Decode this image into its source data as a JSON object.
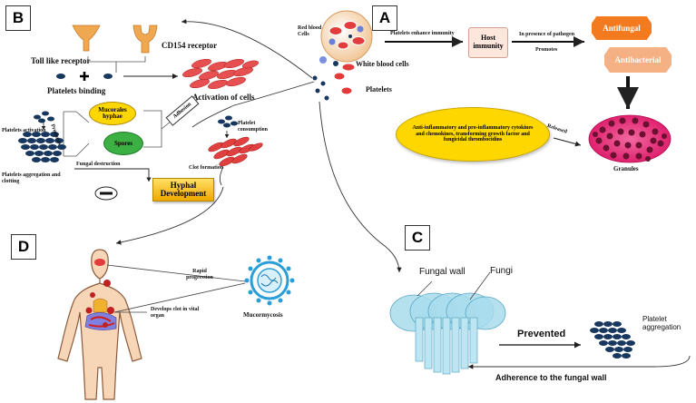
{
  "panels": {
    "a": "A",
    "b": "B",
    "c": "C",
    "d": "D"
  },
  "panel_a": {
    "red_blood_cells": "Red blood Cells",
    "white_blood_cells": "White blood cells",
    "platelets": "Platelets",
    "enhance": "Platelets enhance immunity",
    "host_immunity": "Host immunity",
    "presence": "In presence of pathogen",
    "promotes": "Promotes",
    "antifungal": "Antifungal",
    "antibacterial": "Antibacterial",
    "cytokines": "Anti-inflammatory and pro-inflammatory cytokines and chemokines, transforming growth factor and fungicidal thrombocidins",
    "released": "Released",
    "granules": "Granules"
  },
  "panel_b": {
    "tlr": "Toll like receptor",
    "cd154": "CD154 receptor",
    "binding": "Platelets binding",
    "activation_cells": "Activation of cells",
    "adhesion": "Adhesion",
    "mucorales": "Mucorales hyphae",
    "spores": "Spores",
    "platelet_activation": "Platelets activation",
    "promotes": "Promotes",
    "aggregation": "Platelets aggregation and clotting",
    "fungal_destruction": "Fungal destruction",
    "platelet_consumption": "Platelet consumption",
    "clot_formation": "Clot formation",
    "hyphal": "Hyphal Development"
  },
  "panel_c": {
    "fungal_wall": "Fungal wall",
    "fungi": "Fungi",
    "prevented": "Prevented",
    "platelet_aggregation": "Platelet aggregation",
    "adherence": "Adherence to the fungal wall"
  },
  "panel_d": {
    "rapid": "Rapid progression",
    "develops": "Develops clot in vital organ",
    "mucormycosis": "Mucormycosis"
  },
  "colors": {
    "antifungal": "#f47a20",
    "antibacterial": "#f5b183",
    "host_box": "#fde6dc",
    "hyphal": "#ffc000",
    "cytokine_box": "#ffd700",
    "mucorales": "#ffd700",
    "spores": "#3cb043",
    "granule": "#e8287a",
    "platelet": "#17375e",
    "rbc": "#e23c3c",
    "receptor": "#f0a850",
    "fungal_cell": "#a8dcec"
  }
}
